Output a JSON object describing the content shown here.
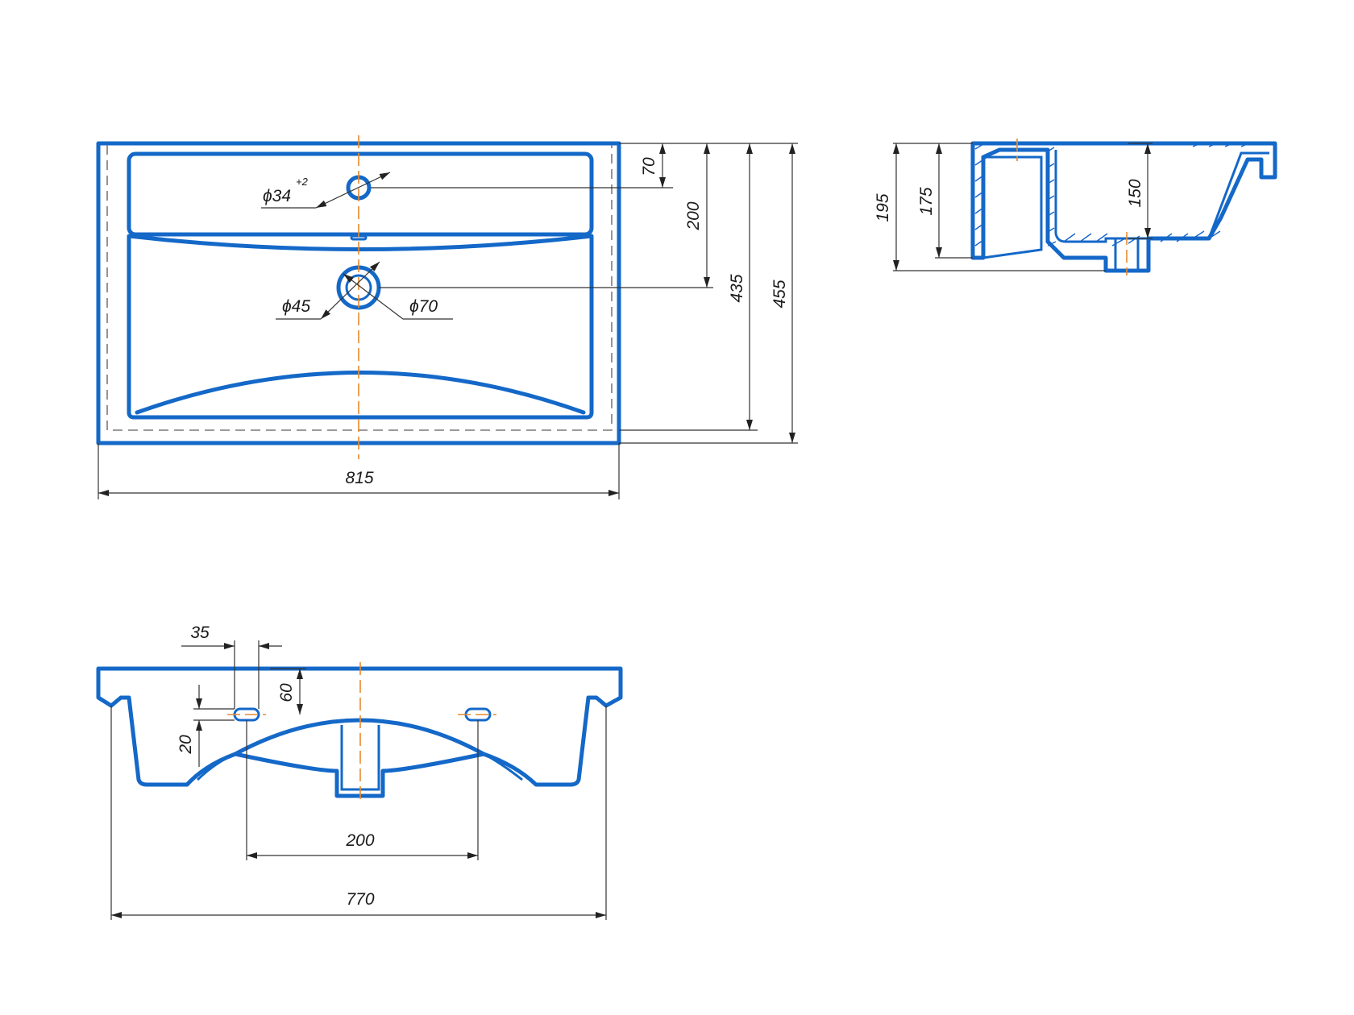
{
  "drawing": {
    "top_view": {
      "dims": {
        "overall_width": "815",
        "tap_hole_offset": "70",
        "drain_offset": "200",
        "inner_depth": "435",
        "overall_depth": "455",
        "tap_hole_diameter": "ϕ34",
        "tap_hole_tolerance": "+2",
        "drain_diameter": "ϕ45",
        "drain_outer_diameter": "ϕ70"
      }
    },
    "side_view": {
      "dims": {
        "overall_height": "195",
        "body_height": "175",
        "bowl_depth": "150"
      }
    },
    "front_view": {
      "dims": {
        "slot_width": "35",
        "slot_offset": "60",
        "slot_height": "20",
        "mount_spacing": "200",
        "base_width": "770"
      }
    },
    "colors": {
      "outline": "#1468c8",
      "dimension": "#333333",
      "centerline": "#e88a2e",
      "hidden": "#7a7a7a"
    }
  }
}
